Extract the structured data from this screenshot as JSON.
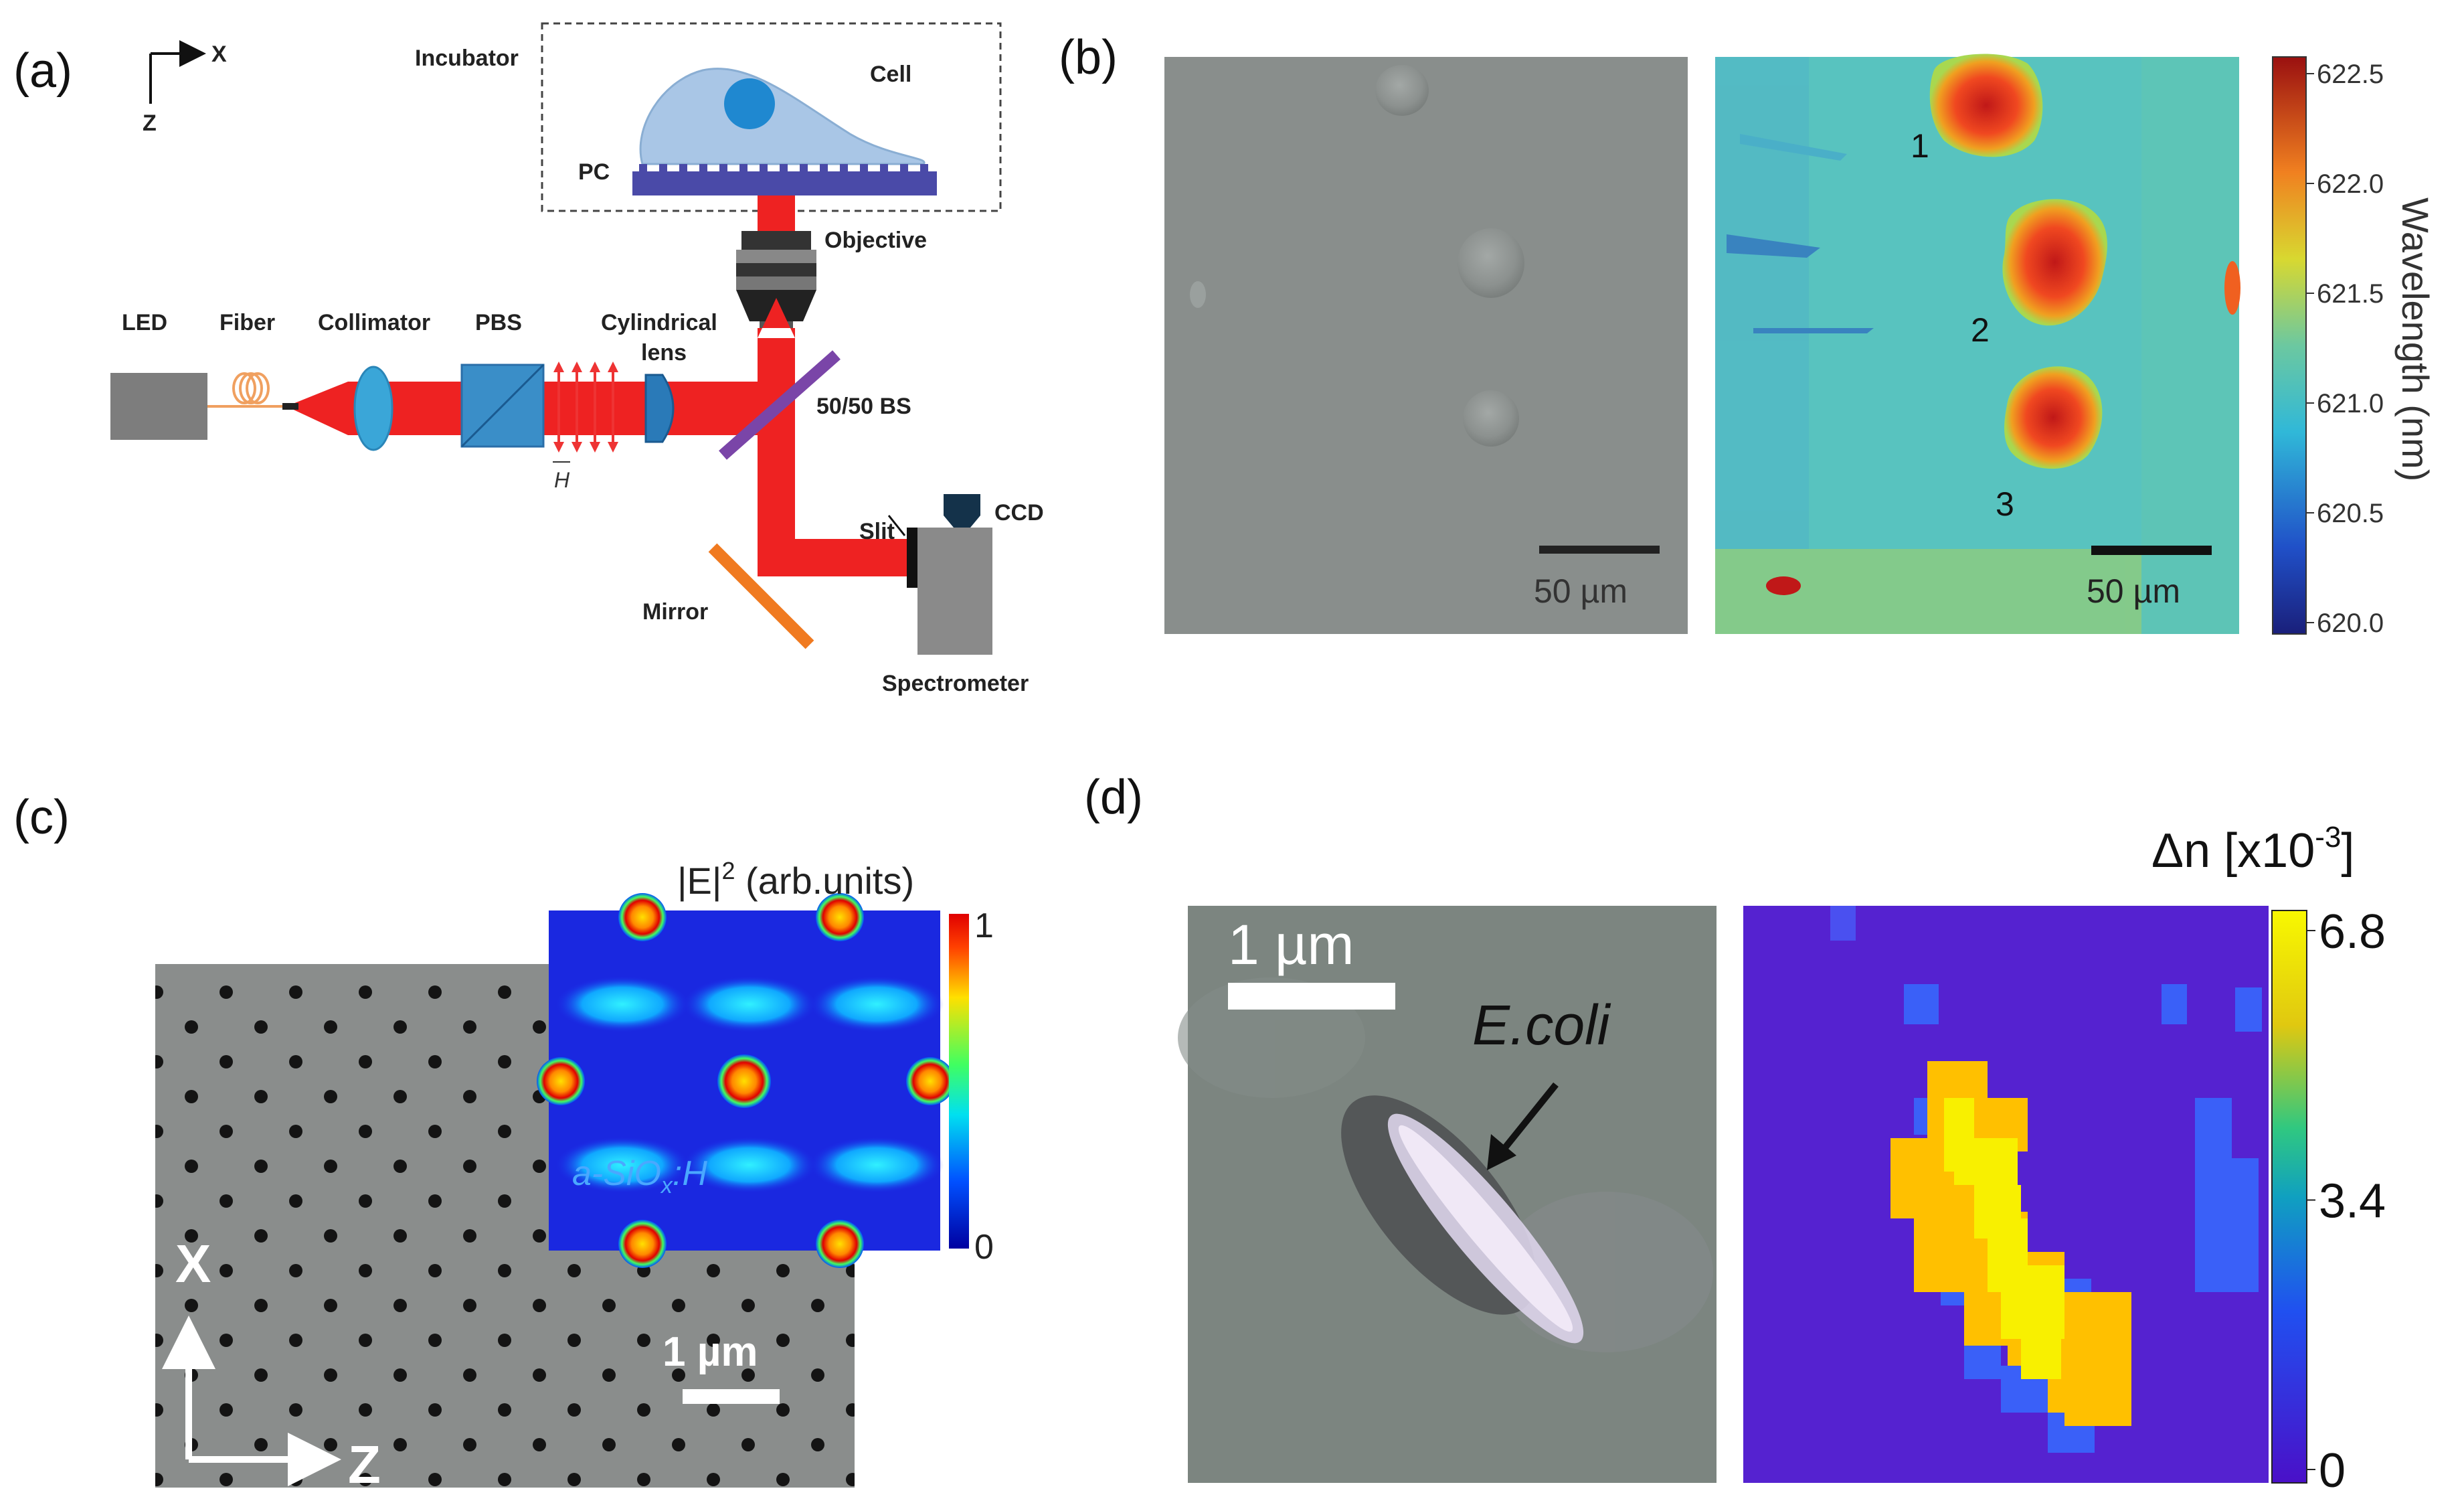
{
  "panels": {
    "a": "(a)",
    "b": "(b)",
    "c": "(c)",
    "d": "(d)"
  },
  "setup": {
    "axis_x": "X",
    "axis_z": "Z",
    "incubator": "Incubator",
    "cell": "Cell",
    "pc": "PC",
    "objective": "Objective",
    "led": "LED",
    "fiber": "Fiber",
    "collimator": "Collimator",
    "pbs": "PBS",
    "cyl_lens_1": "Cylindrical",
    "cyl_lens_2": "lens",
    "bs": "50/50 BS",
    "h_vector": "H",
    "slit": "Slit",
    "ccd": "CCD",
    "mirror": "Mirror",
    "spectrometer": "Spectrometer"
  },
  "panel_b": {
    "scalebar_left": "50 µm",
    "scalebar_right": "50 µm",
    "cell_labels": [
      "1",
      "2",
      "3"
    ],
    "colorbar_title": "Wavelength (nm)",
    "colorbar_ticks": [
      "622.5",
      "622.0",
      "621.5",
      "621.0",
      "620.5",
      "620.0"
    ]
  },
  "panel_c": {
    "colorbar_title_base": "|E|",
    "colorbar_title_sup": "2",
    "colorbar_title_rest": " (arb.units)",
    "colorbar_max": "1",
    "colorbar_min": "0",
    "material_base": "a-SiO",
    "material_sub": "x",
    "material_rest": ":H",
    "scalebar": "1 µm",
    "axis_x": "X",
    "axis_z": "Z"
  },
  "panel_d": {
    "scalebar": "1 µm",
    "annotation": "E.coli",
    "colorbar_title_base": "Δn [x10",
    "colorbar_title_sup": "-3",
    "colorbar_title_rest": "]",
    "colorbar_ticks": [
      "6.8",
      "3.4",
      "0"
    ]
  },
  "colors": {
    "beam": "#ee2222",
    "pc_blue": "#4a4aa8",
    "cell_blue": "#a9c6e6",
    "nucleus": "#1f88d0",
    "lens_blue": "#3aa6d8",
    "bs_purple": "#7a45a8",
    "mirror_orange": "#f07a20",
    "map_bg_teal": "#58c3bf",
    "map_hot": "#f04020",
    "sem_gray": "#8a8f8e",
    "dn_bg": "#5522d0",
    "dn_yellow": "#f8f000",
    "dn_orange": "#ffc000"
  }
}
